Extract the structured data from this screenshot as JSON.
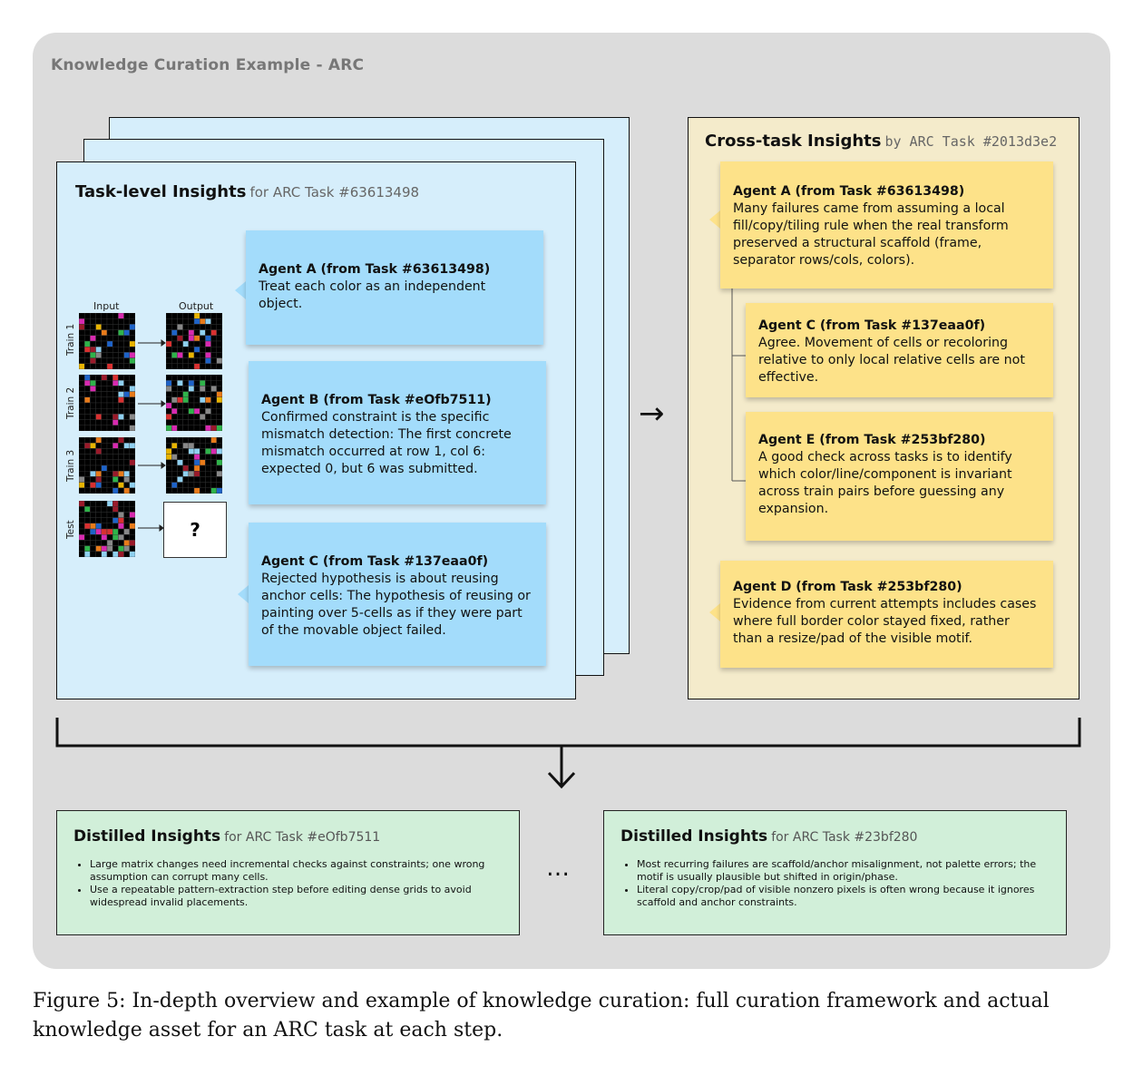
{
  "outer_title": "Knowledge Curation Example - ARC",
  "task_panel": {
    "title": "Task-level Insights",
    "subtitle": "for ARC Task #63613498",
    "input_label": "Input",
    "output_label": "Output",
    "row_labels": [
      "Train 1",
      "Train 2",
      "Train 3",
      "Test"
    ],
    "test_output": "?",
    "cards": [
      {
        "head": "Agent A (from Task #63613498)",
        "body": "Treat each color as an independent object."
      },
      {
        "head": "Agent B (from Task #eOfb7511)",
        "body": "Confirmed constraint is the specific mismatch detection: The first concrete mismatch occurred at row 1, col 6: expected 0, but 6 was submitted."
      },
      {
        "head": "Agent C (from Task #137eaa0f)",
        "body": "Rejected hypothesis is about reusing anchor cells: The hypothesis of reusing or painting over 5-cells as if they were part of the movable object failed."
      }
    ]
  },
  "arrow_right": "→",
  "cross_panel": {
    "title": "Cross-task Insights",
    "subtitle": "by ARC Task #2013d3e2",
    "cards": [
      {
        "head": "Agent A (from Task #63613498)",
        "body": "Many failures came from assuming a local fill/copy/tiling rule when the real transform preserved a structural scaffold (frame, separator rows/cols, colors)."
      },
      {
        "head": "Agent C (from Task #137eaa0f)",
        "body": "Agree. Movement of cells or recoloring relative to only local relative cells are not effective."
      },
      {
        "head": "Agent E (from Task #253bf280)",
        "body": "A good check across tasks is to identify which color/line/component is invariant across train pairs before guessing any expansion."
      },
      {
        "head": "Agent D (from Task #253bf280)",
        "body": "Evidence from current attempts includes cases where full border color stayed fixed, rather than a resize/pad of the visible motif."
      }
    ]
  },
  "distilled": [
    {
      "title": "Distilled Insights",
      "subtitle": "for ARC Task #eOfb7511",
      "bullets": [
        "Large matrix changes need incremental checks against constraints; one wrong assumption can corrupt many cells.",
        "Use a repeatable pattern-extraction step before editing dense grids to avoid widespread invalid placements."
      ]
    },
    {
      "title": "Distilled Insights",
      "subtitle": "for ARC Task #23bf280",
      "bullets": [
        "Most recurring failures are scaffold/anchor misalignment, not palette errors; the motif is usually plausible but shifted in origin/phase.",
        "Literal copy/crop/pad of visible nonzero pixels is often wrong because it ignores scaffold and anchor constraints."
      ]
    }
  ],
  "ellipsis": "…",
  "caption": "Figure 5: In-depth overview and example of knowledge curation: full curation framework and actual knowledge asset for an ARC task at each step."
}
